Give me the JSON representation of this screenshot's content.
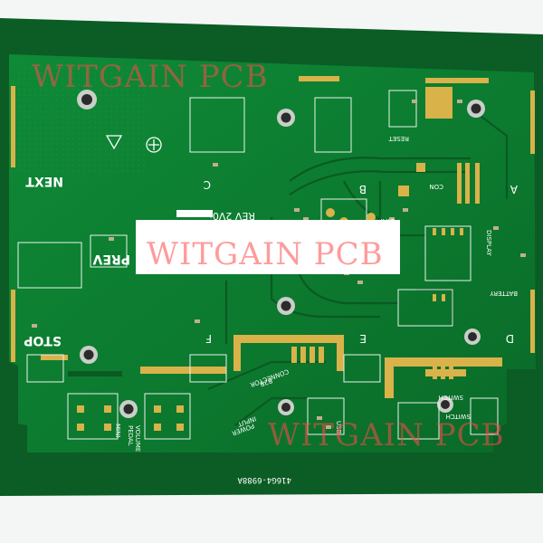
{
  "silkscreen": {
    "next": "NEXT",
    "prev": "PREV",
    "stop": "STOP",
    "rev": "REV 2V0:",
    "c": "C",
    "b": "B",
    "a": "A",
    "d": "D",
    "e": "E",
    "f": "F",
    "reset": "RESET",
    "con": "CON",
    "stat": "STAT",
    "display": "DISPLAY",
    "battery": "BATTERY",
    "b2b_connector_1": "B2B",
    "b2b_connector_2": "CONNECTOR",
    "power_input_1": "POWER",
    "power_input_2": "INPUT",
    "volume_pedal_1": "VOLUME",
    "volume_pedal_2": "PEDAL",
    "mini": "MINI",
    "usb": "USB",
    "switch_1": "SWITCH",
    "switch_2": "SWITCH",
    "part_number": "416G4-6988A"
  },
  "watermark": {
    "text": "WITGAIN PCB"
  },
  "colors": {
    "board_green": "#0c7a2f",
    "board_dark": "#0a5a22",
    "gold": "#d9b24a",
    "silkscreen": "#ffffff",
    "watermark": "#ff4a4a"
  }
}
